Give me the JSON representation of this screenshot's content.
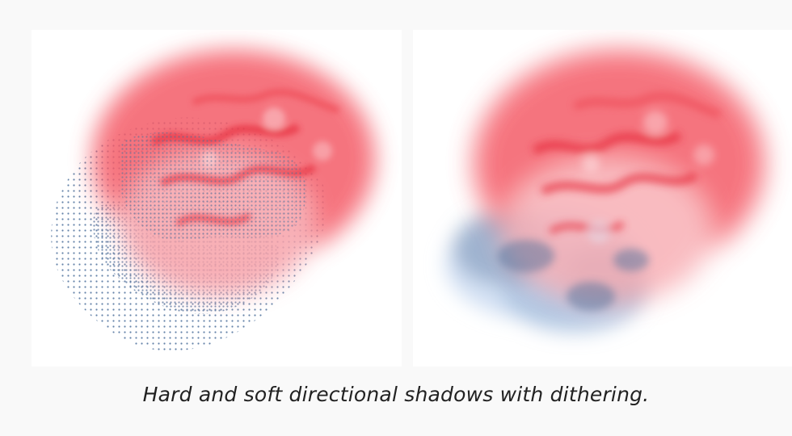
{
  "figure": {
    "caption": "Hard and soft directional shadows with dithering.",
    "panels": [
      {
        "id": "hard",
        "shadow_style": "hard-dithered"
      },
      {
        "id": "soft",
        "shadow_style": "soft-dithered"
      }
    ]
  },
  "colors": {
    "background": "#f9f9f9",
    "panel": "#ffffff",
    "cloud_red": "#f0303f",
    "shadow_dot": "#4a6e9a",
    "soft_shadow": "#b8cde8",
    "caption_text": "#222222"
  }
}
